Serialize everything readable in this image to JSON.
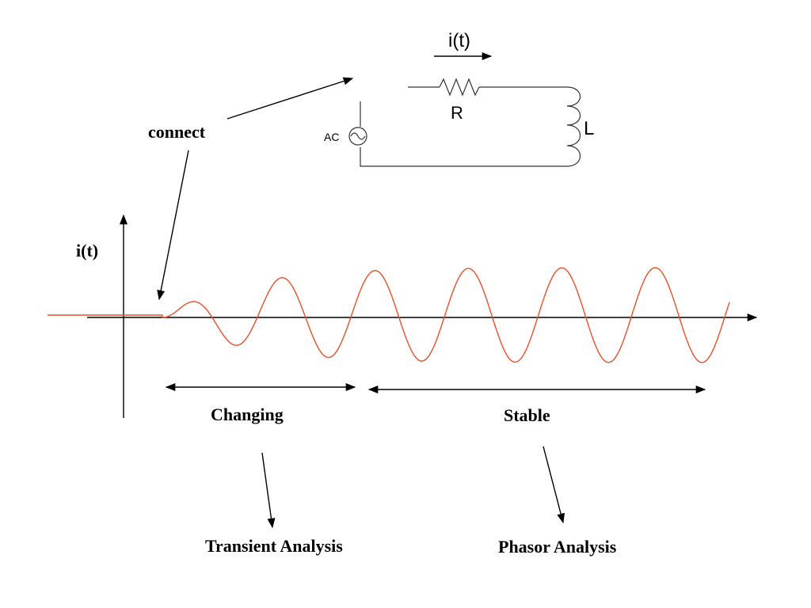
{
  "labels": {
    "connect": "connect",
    "current_arrow": "i(t)",
    "resistor": "R",
    "inductor": "L",
    "source": "AC",
    "y_axis": "i(t)",
    "changing": "Changing",
    "stable": "Stable",
    "transient": "Transient Analysis",
    "phasor": "Phasor Analysis"
  },
  "colors": {
    "waveform": "#e8502a",
    "lines": "#000000"
  }
}
